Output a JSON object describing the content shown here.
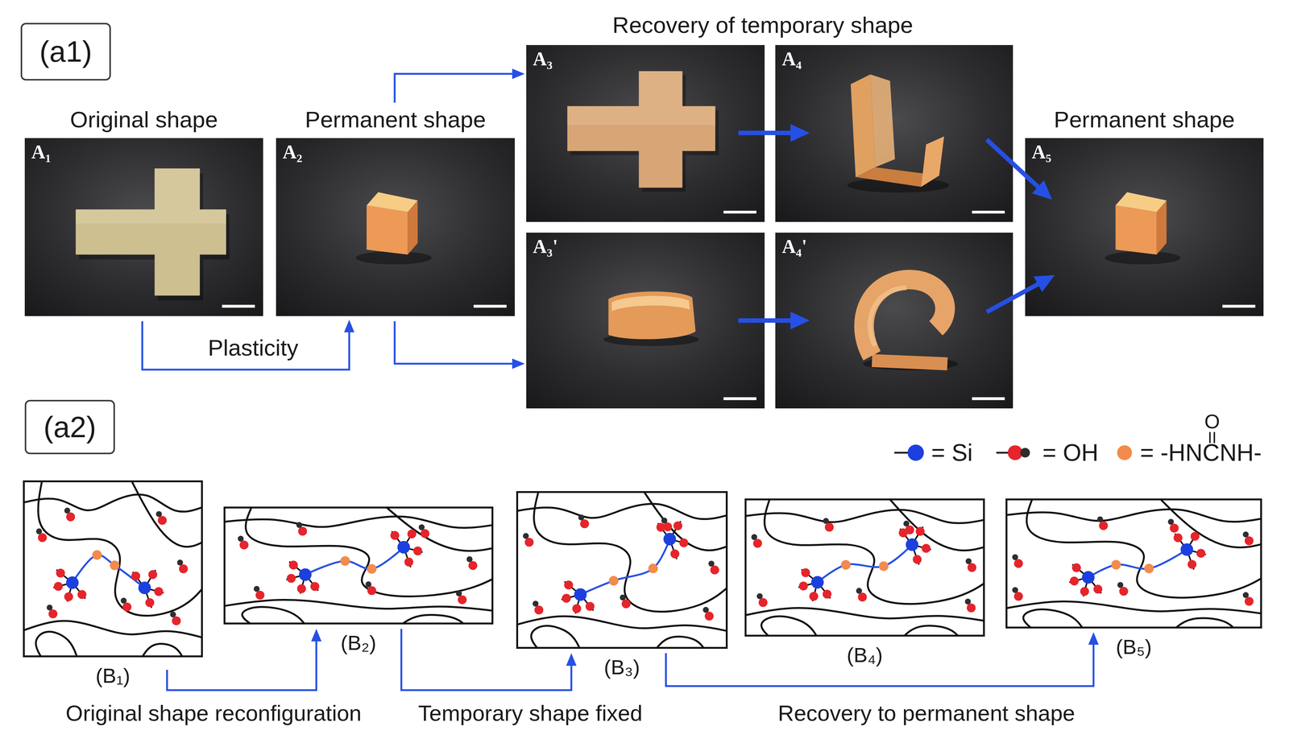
{
  "diagram": {
    "nodes": [
      {
        "text": [
          "(a1)"
        ]
      },
      {
        "text": [
          "Original shape",
          "A₁"
        ]
      },
      {
        "text": [
          "Permanent shape",
          "A₂"
        ]
      },
      {
        "text": [
          "A₃"
        ]
      },
      {
        "text": [
          "A₄"
        ]
      },
      {
        "text": [
          "A₃'"
        ]
      },
      {
        "text": [
          "A₄'"
        ]
      },
      {
        "text": [
          "Permanent shape",
          "A₅"
        ]
      },
      {
        "text": [
          "(a2)"
        ]
      },
      {
        "text": [
          "(B₁)"
        ]
      },
      {
        "text": [
          "(B₂)"
        ]
      },
      {
        "text": [
          "(B₃)"
        ]
      },
      {
        "text": [
          "(B₄)"
        ]
      },
      {
        "text": [
          "(B₅)"
        ]
      }
    ],
    "edges": [
      {
        "from": 1,
        "to": 2,
        "label": "Plasticity",
        "arrow": "to"
      },
      {
        "from": 2,
        "to": 3,
        "arrow": "to"
      },
      {
        "from": 2,
        "to": 5,
        "arrow": "to"
      },
      {
        "from": 3,
        "to": 4,
        "arrow": "to"
      },
      {
        "from": 5,
        "to": 6,
        "arrow": "to"
      },
      {
        "from": 4,
        "to": 7,
        "arrow": "to"
      },
      {
        "from": 6,
        "to": 7,
        "arrow": "to"
      },
      {
        "from": 9,
        "to": 10,
        "label": "Original shape reconfiguration",
        "arrow": "to"
      },
      {
        "from": 10,
        "to": 11,
        "label": "Temporary shape fixed",
        "arrow": "to"
      },
      {
        "from": 11,
        "to": 13,
        "label": "Recovery to permanent shape",
        "arrow": "to"
      }
    ],
    "labels": [
      "Recovery of temporary shape",
      "O"
    ],
    "legend": [
      {
        "text": "= Si",
        "color": "#1c3fe0"
      },
      {
        "text": "= OH"
      },
      {
        "text": "= -HNCNH-",
        "color": "#f28b4c"
      }
    ]
  }
}
